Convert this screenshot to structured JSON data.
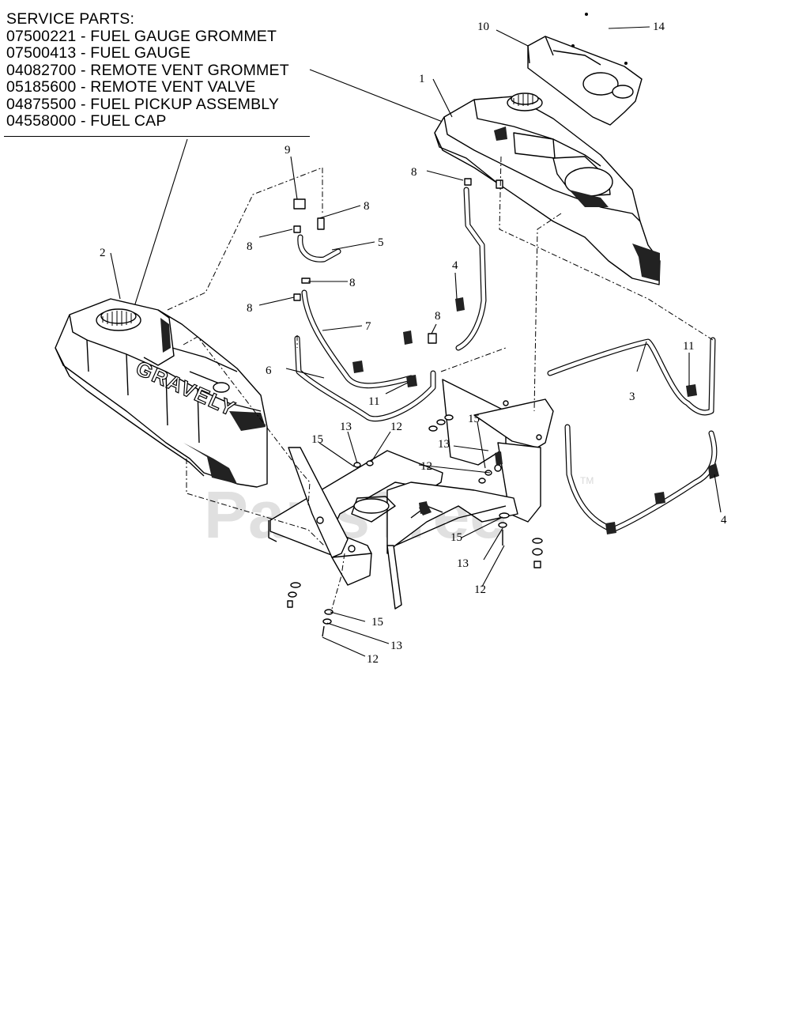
{
  "service_parts": {
    "heading": "SERVICE PARTS:",
    "items": [
      "07500221 - FUEL GAUGE GROMMET",
      "07500413 - FUEL GAUGE",
      "04082700 - REMOTE VENT GROMMET",
      "05185600 - REMOTE VENT VALVE",
      "04875500 - FUEL PICKUP ASSEMBLY",
      "04558000 - FUEL CAP"
    ]
  },
  "tank_brand": "GRAVELY",
  "watermark": {
    "text": "PartsTree",
    "tm": "TM"
  },
  "callouts": {
    "c1": "1",
    "c2": "2",
    "c3": "3",
    "c4a": "4",
    "c4b": "4",
    "c5": "5",
    "c6": "6",
    "c7": "7",
    "c8a": "8",
    "c8b": "8",
    "c8c": "8",
    "c8d": "8",
    "c8e": "8",
    "c8f": "8",
    "c9": "9",
    "c10": "10",
    "c11a": "11",
    "c11b": "11",
    "c12a": "12",
    "c12b": "12",
    "c12c": "12",
    "c12d": "12",
    "c13a": "13",
    "c13b": "13",
    "c13c": "13",
    "c13d": "13",
    "c14": "14",
    "c15a": "15",
    "c15b": "15",
    "c15c": "15",
    "c15d": "15"
  }
}
